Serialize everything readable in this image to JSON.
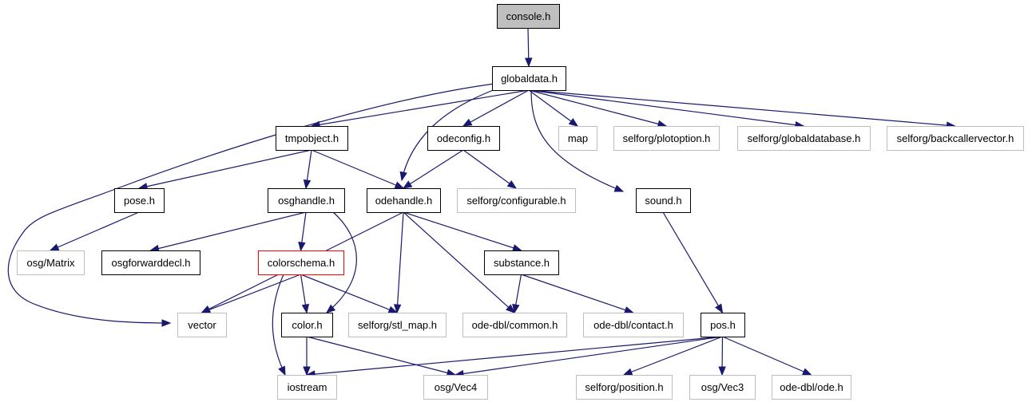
{
  "colors": {
    "edge": "#191970",
    "border_default": "#000000",
    "border_external": "#bfbfbf",
    "border_highlight": "#ff0000",
    "fill_root": "#bfbfbf",
    "fill_default": "#ffffff"
  },
  "nodes": [
    {
      "id": "console",
      "label": "console.h",
      "kind": "root"
    },
    {
      "id": "globaldata",
      "label": "globaldata.h",
      "kind": "default"
    },
    {
      "id": "tmpobject",
      "label": "tmpobject.h",
      "kind": "default"
    },
    {
      "id": "odeconfig",
      "label": "odeconfig.h",
      "kind": "default"
    },
    {
      "id": "map",
      "label": "map",
      "kind": "external"
    },
    {
      "id": "plotoption",
      "label": "selforg/plotoption.h",
      "kind": "external"
    },
    {
      "id": "globaldatabase",
      "label": "selforg/globaldatabase.h",
      "kind": "external"
    },
    {
      "id": "backcaller",
      "label": "selforg/backcallervector.h",
      "kind": "external"
    },
    {
      "id": "pose",
      "label": "pose.h",
      "kind": "default"
    },
    {
      "id": "osghandle",
      "label": "osghandle.h",
      "kind": "default"
    },
    {
      "id": "odehandle",
      "label": "odehandle.h",
      "kind": "default"
    },
    {
      "id": "configurable",
      "label": "selforg/configurable.h",
      "kind": "external"
    },
    {
      "id": "sound",
      "label": "sound.h",
      "kind": "default"
    },
    {
      "id": "osgmatrix",
      "label": "osg/Matrix",
      "kind": "external"
    },
    {
      "id": "osgforward",
      "label": "osgforwarddecl.h",
      "kind": "default"
    },
    {
      "id": "colorschema",
      "label": "colorschema.h",
      "kind": "highlight"
    },
    {
      "id": "substance",
      "label": "substance.h",
      "kind": "default"
    },
    {
      "id": "vector",
      "label": "vector",
      "kind": "external"
    },
    {
      "id": "color",
      "label": "color.h",
      "kind": "default"
    },
    {
      "id": "stlmap",
      "label": "selforg/stl_map.h",
      "kind": "external"
    },
    {
      "id": "common",
      "label": "ode-dbl/common.h",
      "kind": "external"
    },
    {
      "id": "contact",
      "label": "ode-dbl/contact.h",
      "kind": "external"
    },
    {
      "id": "pos",
      "label": "pos.h",
      "kind": "default"
    },
    {
      "id": "iostream",
      "label": "iostream",
      "kind": "external"
    },
    {
      "id": "osgvec4",
      "label": "osg/Vec4",
      "kind": "external"
    },
    {
      "id": "position",
      "label": "selforg/position.h",
      "kind": "external"
    },
    {
      "id": "osgvec3",
      "label": "osg/Vec3",
      "kind": "external"
    },
    {
      "id": "odeh",
      "label": "ode-dbl/ode.h",
      "kind": "external"
    }
  ],
  "edges": [
    {
      "from": "console",
      "to": "globaldata"
    },
    {
      "from": "globaldata",
      "to": "tmpobject"
    },
    {
      "from": "globaldata",
      "to": "odeconfig"
    },
    {
      "from": "globaldata",
      "to": "odehandle"
    },
    {
      "from": "globaldata",
      "to": "map"
    },
    {
      "from": "globaldata",
      "to": "plotoption"
    },
    {
      "from": "globaldata",
      "to": "globaldatabase"
    },
    {
      "from": "globaldata",
      "to": "backcaller"
    },
    {
      "from": "globaldata",
      "to": "vector"
    },
    {
      "from": "globaldata",
      "to": "sound"
    },
    {
      "from": "tmpobject",
      "to": "pose"
    },
    {
      "from": "tmpobject",
      "to": "osghandle"
    },
    {
      "from": "tmpobject",
      "to": "odehandle"
    },
    {
      "from": "odeconfig",
      "to": "odehandle"
    },
    {
      "from": "odeconfig",
      "to": "configurable"
    },
    {
      "from": "pose",
      "to": "osgmatrix"
    },
    {
      "from": "osghandle",
      "to": "osgforward"
    },
    {
      "from": "osghandle",
      "to": "colorschema"
    },
    {
      "from": "osghandle",
      "to": "color"
    },
    {
      "from": "odehandle",
      "to": "vector"
    },
    {
      "from": "odehandle",
      "to": "stlmap"
    },
    {
      "from": "odehandle",
      "to": "common"
    },
    {
      "from": "odehandle",
      "to": "substance"
    },
    {
      "from": "colorschema",
      "to": "vector"
    },
    {
      "from": "colorschema",
      "to": "color"
    },
    {
      "from": "colorschema",
      "to": "stlmap"
    },
    {
      "from": "colorschema",
      "to": "iostream"
    },
    {
      "from": "substance",
      "to": "common"
    },
    {
      "from": "substance",
      "to": "contact"
    },
    {
      "from": "color",
      "to": "iostream"
    },
    {
      "from": "color",
      "to": "osgvec4"
    },
    {
      "from": "sound",
      "to": "pos"
    },
    {
      "from": "pos",
      "to": "iostream"
    },
    {
      "from": "pos",
      "to": "osgvec4"
    },
    {
      "from": "pos",
      "to": "position"
    },
    {
      "from": "pos",
      "to": "osgvec3"
    },
    {
      "from": "pos",
      "to": "odeh"
    }
  ]
}
